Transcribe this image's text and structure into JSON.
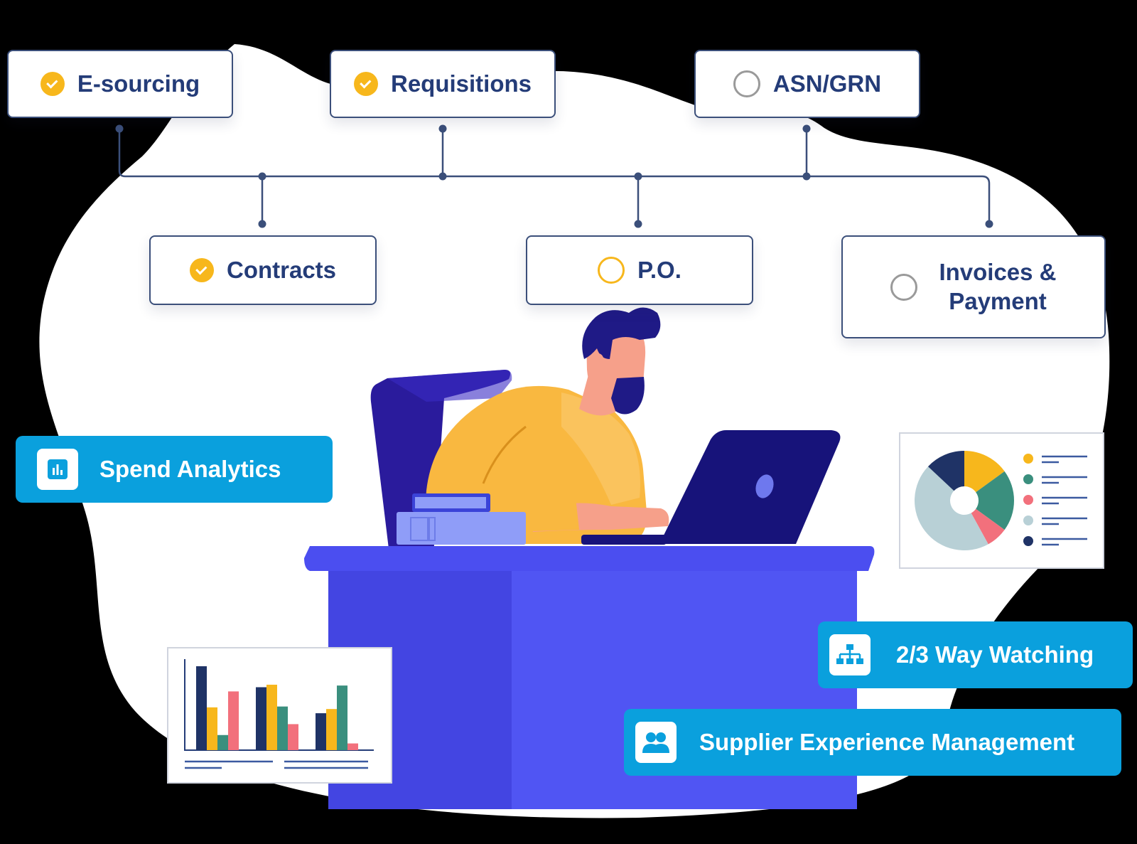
{
  "steps": [
    {
      "label": "E-sourcing",
      "status": "done"
    },
    {
      "label": "Requisitions",
      "status": "done"
    },
    {
      "label": "ASN/GRN",
      "status": "todo"
    },
    {
      "label": "Contracts",
      "status": "done"
    },
    {
      "label": "P.O.",
      "status": "pending"
    },
    {
      "label": "Invoices &\nPayment",
      "status": "todo"
    }
  ],
  "features": {
    "spend_analytics": {
      "label": "Spend Analytics",
      "icon": "bar-chart-icon"
    },
    "way_watching": {
      "label": "2/3 Way Watching",
      "icon": "hierarchy-icon"
    },
    "supplier_experience": {
      "label": "Supplier Experience Management",
      "icon": "users-icon"
    }
  },
  "colors": {
    "background": "#000000",
    "blob": "#ffffff",
    "text": "#243c78",
    "connector": "#3b4f7a",
    "check": "#f7b71c",
    "todo_ring": "#9a9a9a",
    "feature_fill": "#0aa0dd",
    "desk": "#4b4ef0",
    "chair": "#2a1b9c",
    "shirt": "#f9b840",
    "hair": "#1f1a86",
    "skin": "#f6a08a",
    "laptop": "#17137a"
  },
  "chart_data": [
    {
      "type": "bar",
      "series": [
        {
          "color": "#1f3366",
          "values": [
            10,
            7.5,
            4.4
          ]
        },
        {
          "color": "#f7b71c",
          "values": [
            5.1,
            7.8,
            4.9
          ]
        },
        {
          "color": "#3a8f7e",
          "values": [
            1.8,
            5.2,
            7.7
          ]
        },
        {
          "color": "#f2707c",
          "values": [
            7.0,
            3.1,
            0.8
          ]
        }
      ]
    },
    {
      "type": "pie",
      "slices": [
        {
          "color": "#f7b71c",
          "value": 15
        },
        {
          "color": "#3a8f7e",
          "value": 20
        },
        {
          "color": "#f2707c",
          "value": 7
        },
        {
          "color": "#b8d0d6",
          "value": 45
        },
        {
          "color": "#1f3366",
          "value": 13
        }
      ]
    }
  ]
}
